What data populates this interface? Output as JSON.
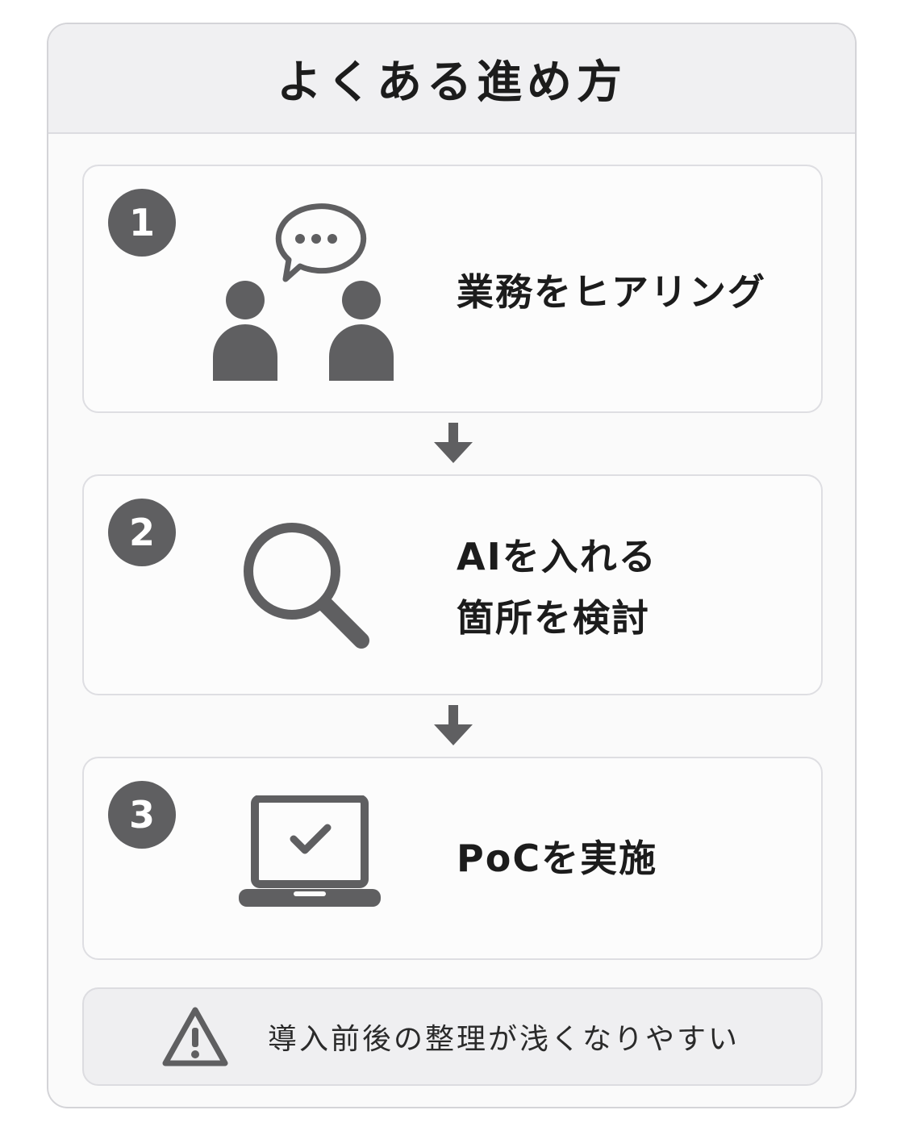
{
  "title": "よくある進め方",
  "steps": [
    {
      "number": "1",
      "icon": "people-speech-bubble-icon",
      "label_lines": [
        "業務をヒアリング"
      ]
    },
    {
      "number": "2",
      "icon": "magnifier-icon",
      "label_lines": [
        "AIを入れる",
        "箇所を検討"
      ]
    },
    {
      "number": "3",
      "icon": "laptop-check-icon",
      "label_lines": [
        "PoCを実施"
      ]
    }
  ],
  "note": {
    "icon": "warning-icon",
    "text": "導入前後の整理が浅くなりやすい"
  },
  "colors": {
    "icon": "#5f5f61",
    "frame_border": "#d4d4d8",
    "header_bg": "#f0f0f2"
  }
}
